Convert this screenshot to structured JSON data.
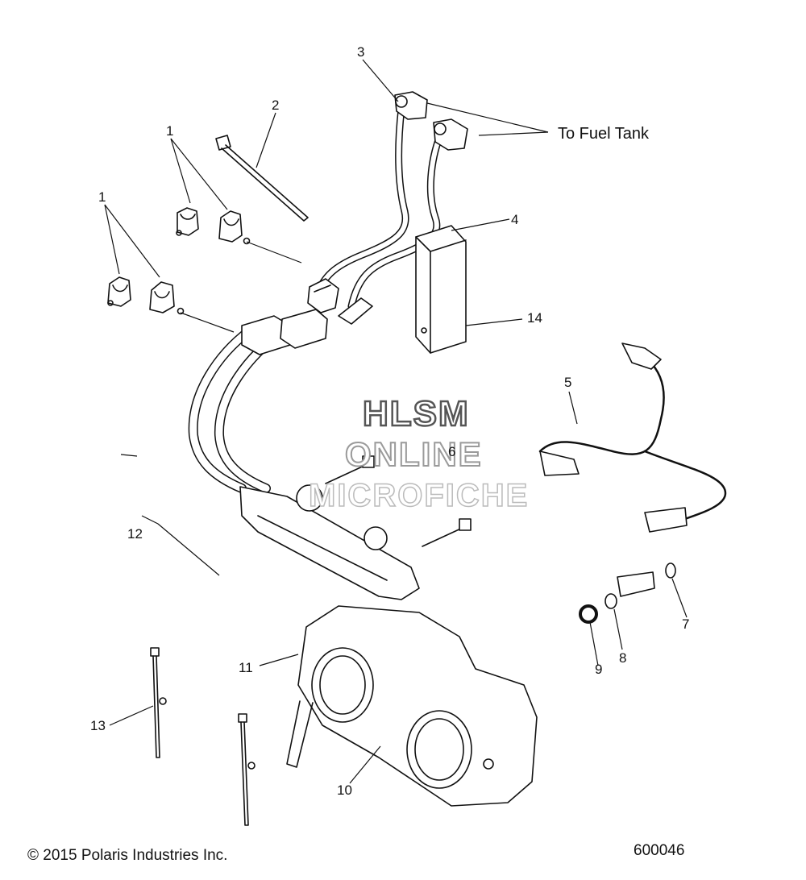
{
  "callouts": {
    "c1a": "1",
    "c1b": "1",
    "c2": "2",
    "c3": "3",
    "c4": "4",
    "c5": "5",
    "c6": "6",
    "c7": "7",
    "c8": "8",
    "c9": "9",
    "c10": "10",
    "c11": "11",
    "c12": "12",
    "c13": "13",
    "c14": "14"
  },
  "labels": {
    "to_fuel_tank": "To Fuel Tank"
  },
  "watermark": {
    "line1": "HLSM",
    "line2": "ONLINE",
    "line3": "MICROFICHE"
  },
  "footer": {
    "copyright": "© 2015 Polaris Industries Inc.",
    "figure_number": "600046"
  }
}
